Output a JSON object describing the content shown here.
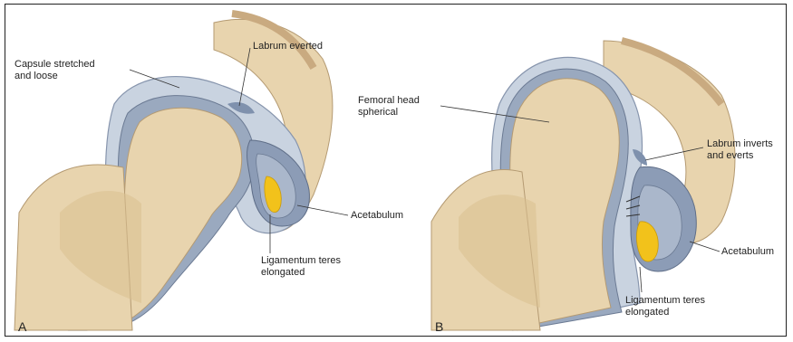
{
  "panel_a": {
    "letter": "A",
    "labels": {
      "capsule": "Capsule stretched\nand loose",
      "labrum": "Labrum everted",
      "acetabulum": "Acetabulum",
      "ligamentum": "Ligamentum teres\nelongated"
    }
  },
  "panel_b": {
    "letter": "B",
    "labels": {
      "femoral_head": "Femoral head\nspherical",
      "labrum": "Labrum inverts\nand everts",
      "acetabulum": "Acetabulum",
      "ligamentum": "Ligamentum teres\nelongated"
    }
  },
  "colors": {
    "bone": "#e8d4ae",
    "bone_trabecular": "#d9bf8f",
    "cartilage": "#9aa9bf",
    "capsule": "#c9d3e0",
    "labrum": "#7f91ad",
    "ligament_fat": "#f2c21b",
    "muscle": "#d8c3a5",
    "line": "#333333"
  }
}
